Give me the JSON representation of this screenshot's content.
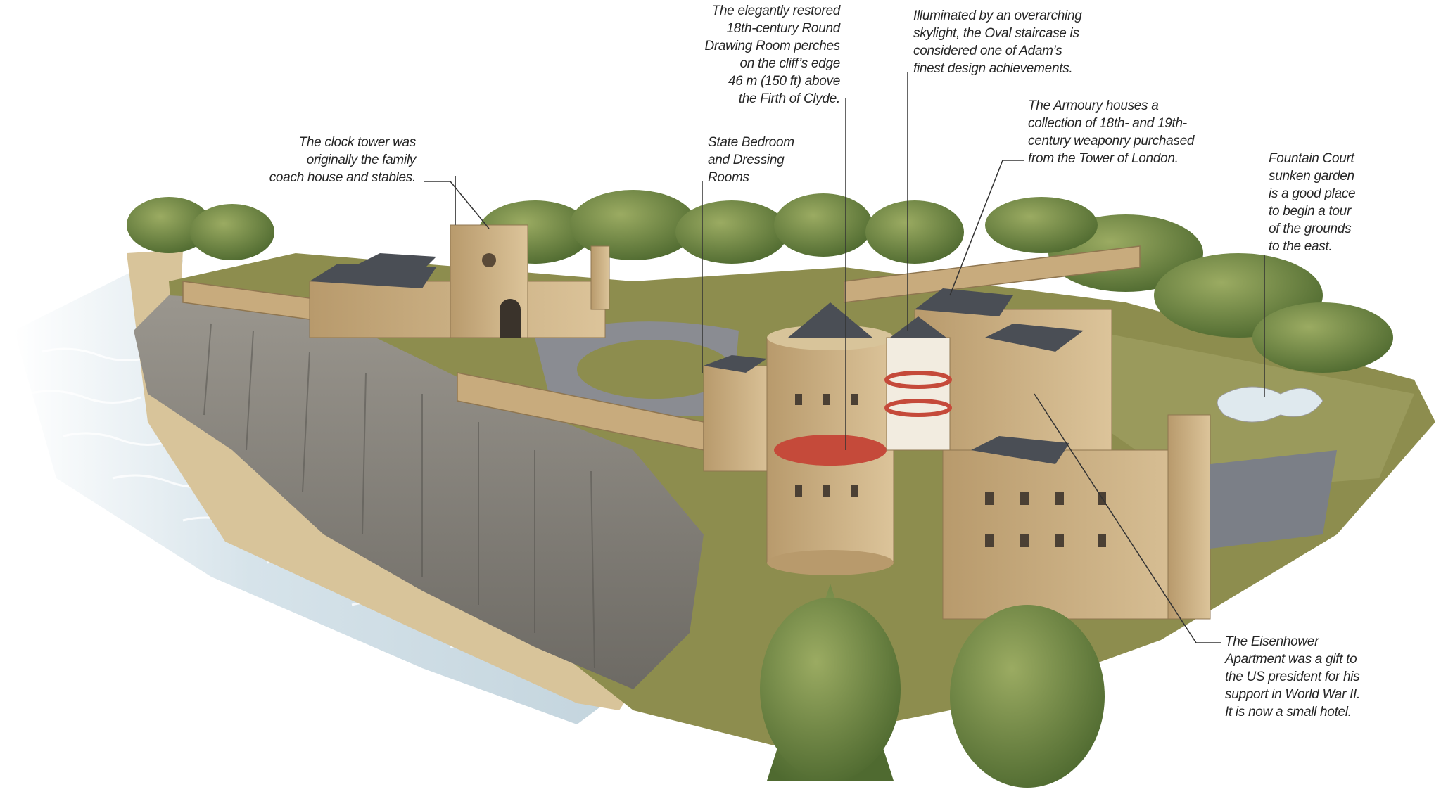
{
  "annotations": {
    "clock_tower": "The clock tower was\noriginally the family\ncoach house and stables.",
    "state_bedroom": "State Bedroom\nand Dressing\nRooms",
    "round_drawing_room": "The elegantly restored\n18th-century Round\nDrawing Room perches\non the cliff’s edge\n46 m (150 ft) above\nthe Firth of Clyde.",
    "oval_staircase": "Illuminated by an overarching\nskylight, the Oval staircase is\nconsidered one of Adam’s\nfinest design achievements.",
    "armoury": "The Armoury houses a\ncollection of 18th- and 19th-\ncentury weaponry purchased\nfrom the Tower of London.",
    "fountain_court": "Fountain Court\nsunken garden\nis a good place\nto begin a tour\nof the grounds\nto the east.",
    "eisenhower": "The Eisenhower\nApartment was a gift to\nthe US president for his\nsupport in World War II.\nIt is now a small hotel."
  },
  "colors": {
    "sea": "#dfe9ee",
    "sand": "#d8c49a",
    "cliff": "#8f8c86",
    "grass": "#8a8a4a",
    "trees": "#5f7a3a",
    "stone": "#cdb287",
    "roof": "#4a4e55",
    "text": "#262626"
  }
}
